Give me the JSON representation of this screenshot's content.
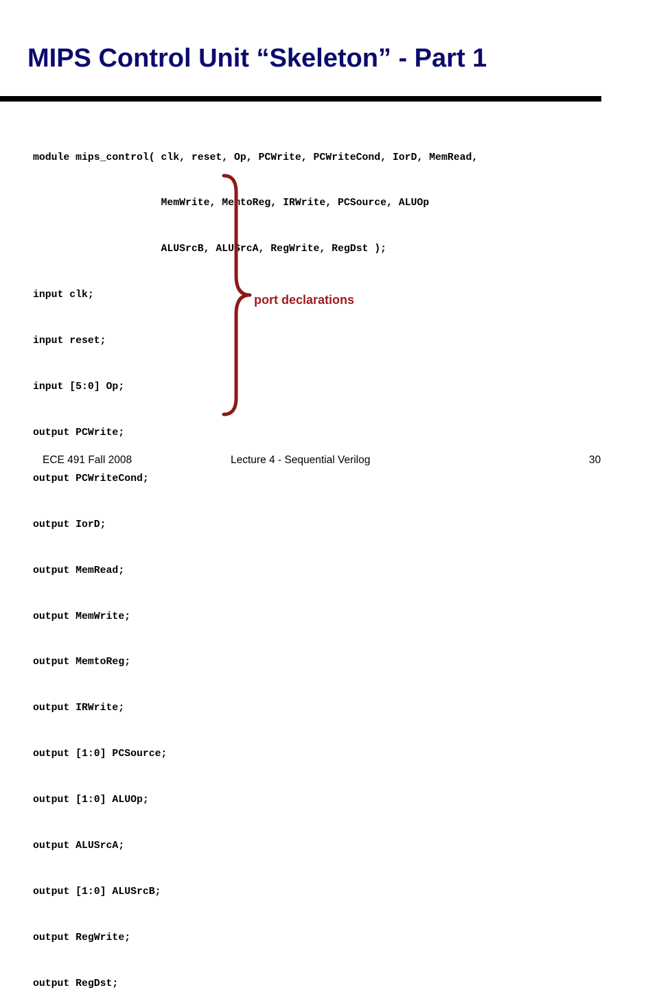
{
  "slide": {
    "title": "MIPS Control Unit “Skeleton” - Part 1",
    "code_lines": [
      "module mips_control( clk, reset, Op, PCWrite, PCWriteCond, IorD, MemRead,",
      "                     MemWrite, MemtoReg, IRWrite, PCSource, ALUOp",
      "                     ALUSrcB, ALUSrcA, RegWrite, RegDst );",
      "input clk;",
      "input reset;",
      "input [5:0] Op;",
      "output PCWrite;",
      "output PCWriteCond;",
      "output IorD;",
      "output MemRead;",
      "output MemWrite;",
      "output MemtoReg;",
      "output IRWrite;",
      "output [1:0] PCSource;",
      "output [1:0] ALUOp;",
      "output ALUSrcA;",
      "output [1:0] ALUSrcB;",
      "output RegWrite;",
      "output RegDst;"
    ],
    "annotation": {
      "label": "port declarations",
      "color": "#9b1c1c"
    },
    "colors": {
      "title": "#0a0a6e",
      "rule": "#000000",
      "brace": "#8b1a1a"
    }
  },
  "footer": {
    "course": "ECE 491 Fall 2008",
    "lecture": "Lecture 4 - Sequential Verilog",
    "page_number": "30"
  }
}
